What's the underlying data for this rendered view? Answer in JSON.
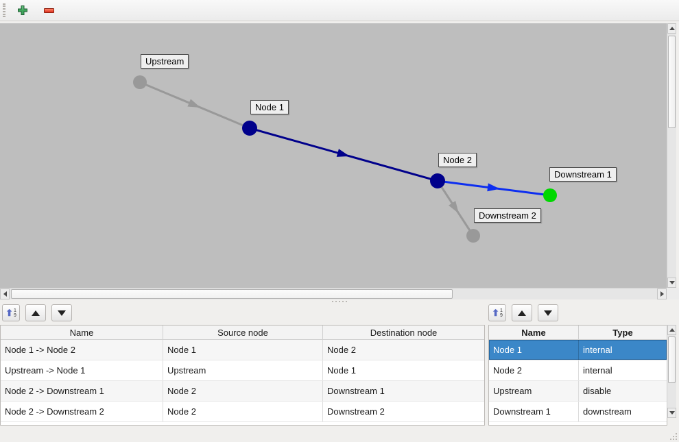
{
  "colors": {
    "canvas_background": "#bebebe",
    "node_internal": "#00008b",
    "node_downstream": "#00d800",
    "node_disabled": "#999999",
    "edge_selected_path": "#0d2ef0",
    "edge_internal": "#00008b",
    "edge_inactive": "#999999",
    "row_selection": "#3b87c8"
  },
  "toolbar": {
    "buttons": [
      {
        "id": "add",
        "icon": "plus-icon"
      },
      {
        "id": "remove",
        "icon": "minus-icon"
      }
    ]
  },
  "graph": {
    "nodes": [
      {
        "label": "Upstream",
        "color": "#999999"
      },
      {
        "label": "Node 1",
        "color": "#00008b"
      },
      {
        "label": "Node 2",
        "color": "#00008b"
      },
      {
        "label": "Downstream 1",
        "color": "#00d800"
      },
      {
        "label": "Downstream 2",
        "color": "#999999"
      }
    ],
    "edges": [
      {
        "from": "Upstream",
        "to": "Node 1",
        "color": "#999999"
      },
      {
        "from": "Node 1",
        "to": "Node 2",
        "color": "#00008b"
      },
      {
        "from": "Node 2",
        "to": "Downstream 1",
        "color": "#0d2ef0"
      },
      {
        "from": "Node 2",
        "to": "Downstream 2",
        "color": "#999999"
      }
    ]
  },
  "list_toolbar": {
    "sort_icon": "sort-ascending-icon",
    "sort_digit_top": "1",
    "sort_digit_bottom": "9",
    "move_up_icon": "triangle-up-icon",
    "move_down_icon": "triangle-down-icon"
  },
  "edges_table": {
    "headers": [
      "Name",
      "Source node",
      "Destination node"
    ],
    "rows": [
      {
        "name": "Node 1 -> Node 2",
        "source": "Node 1",
        "destination": "Node 2"
      },
      {
        "name": "Upstream -> Node 1",
        "source": "Upstream",
        "destination": "Node 1"
      },
      {
        "name": "Node 2 -> Downstream 1",
        "source": "Node 2",
        "destination": "Downstream 1"
      },
      {
        "name": "Node 2 -> Downstream 2",
        "source": "Node 2",
        "destination": "Downstream 2"
      }
    ]
  },
  "nodes_table": {
    "headers": [
      "Name",
      "Type"
    ],
    "rows": [
      {
        "name": "Node 1",
        "type": "internal",
        "selected": true
      },
      {
        "name": "Node 2",
        "type": "internal",
        "selected": false
      },
      {
        "name": "Upstream",
        "type": "disable",
        "selected": false
      },
      {
        "name": "Downstream 1",
        "type": "downstream",
        "selected": false
      }
    ]
  }
}
